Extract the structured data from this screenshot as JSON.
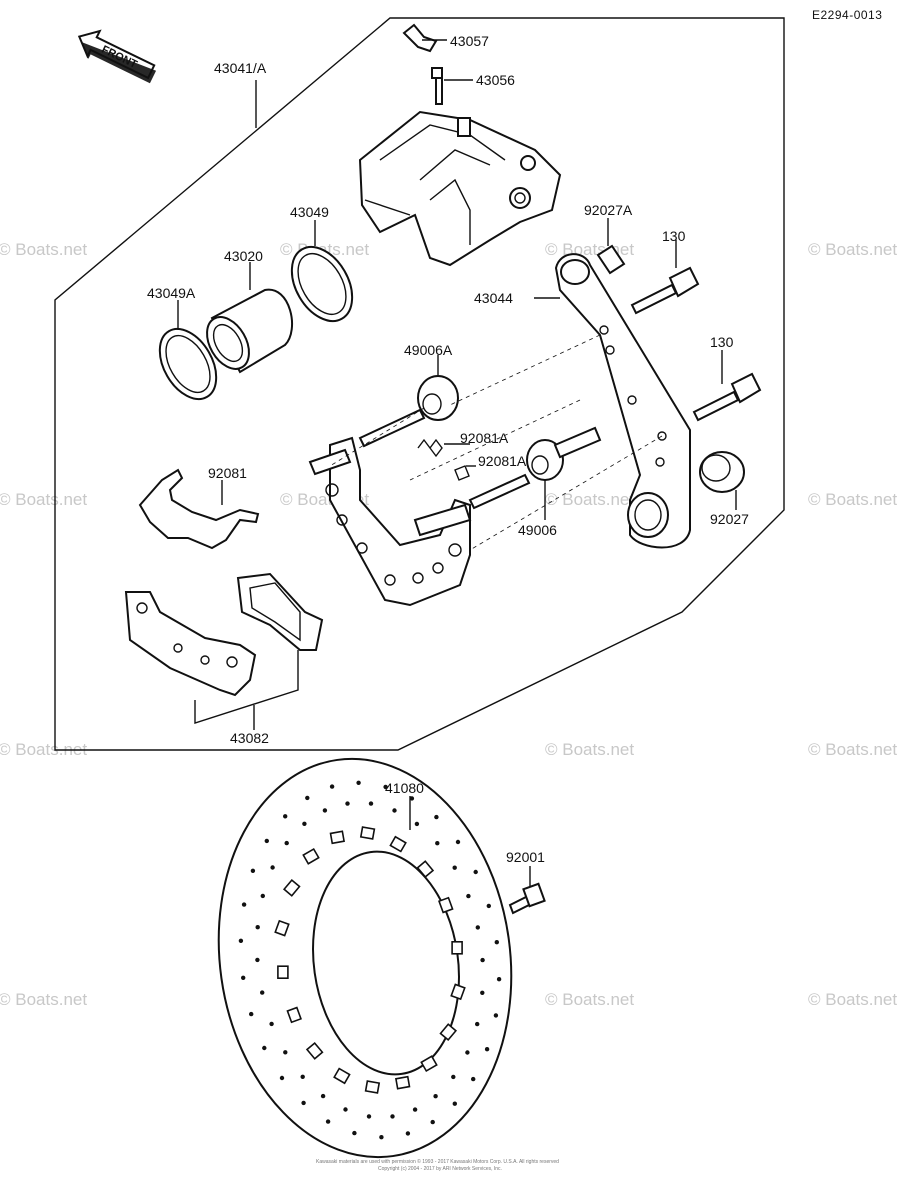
{
  "diagram_code": "E2294-0013",
  "front_label": "FRONT",
  "watermark": "© Boats.net",
  "callouts": {
    "c43057": "43057",
    "c43056": "43056",
    "c43041": "43041/A",
    "c43049": "43049",
    "c43020": "43020",
    "c43049A": "43049A",
    "c92027A": "92027A",
    "c130a": "130",
    "c43044": "43044",
    "c130b": "130",
    "c49006A": "49006A",
    "c92081A_1": "92081A",
    "c92081A_2": "92081A",
    "c92081": "92081",
    "c49006": "49006",
    "c92027": "92027",
    "c43082": "43082",
    "c41080": "41080",
    "c92001": "92001"
  },
  "footer": {
    "line1": "Kawasaki materials are used with permission © 1993 - 2017  Kawasaki Motors Corp. U.S.A.  All rights reserved",
    "line2": "Copyright (c) 2004 - 2017 by ARI Network Services, Inc."
  }
}
